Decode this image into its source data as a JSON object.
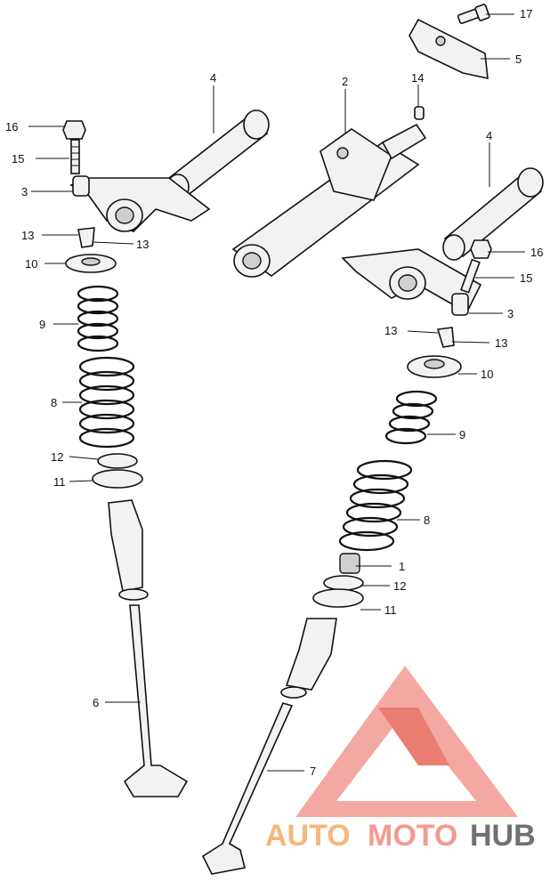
{
  "labels": {
    "l1": "1",
    "l2": "2",
    "l3a": "3",
    "l3b": "3",
    "l4a": "4",
    "l4b": "4",
    "l5": "5",
    "l6": "6",
    "l7": "7",
    "l8a": "8",
    "l8b": "8",
    "l9a": "9",
    "l9b": "9",
    "l10a": "10",
    "l10b": "10",
    "l11a": "11",
    "l11b": "11",
    "l12a": "12",
    "l12b": "12",
    "l13a": "13",
    "l13b": "13",
    "l13c": "13",
    "l13d": "13",
    "l14": "14",
    "l15a": "15",
    "l15b": "15",
    "l16a": "16",
    "l16b": "16",
    "l17": "17"
  },
  "watermark": {
    "part1": "AUTO",
    "part2": "MOTO",
    "part3": "HUB",
    "color_primary": "#e53935",
    "color_secondary": "#f4a39a",
    "color_tertiary": "#f6b77a",
    "color_dark": "#6b6b6b"
  }
}
